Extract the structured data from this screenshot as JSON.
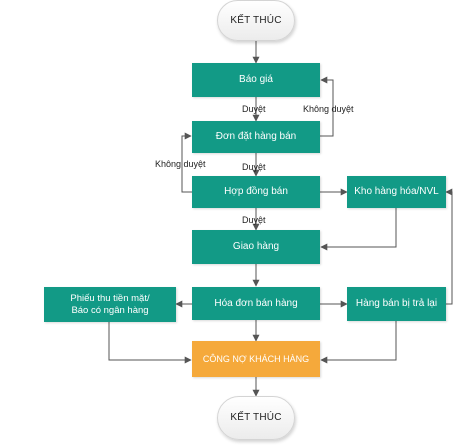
{
  "nodes": {
    "end_top": "KẾT THÚC",
    "bao_gia": "Báo giá",
    "don_dat_hang": "Đơn đặt hàng bán",
    "hop_dong": "Hợp đồng bán",
    "kho_hang": "Kho hàng hóa/NVL",
    "giao_hang": "Giao hàng",
    "phieu_thu": "Phiếu thu tiền mặt/\nBáo có ngân hàng",
    "hoa_don": "Hóa đơn bán hàng",
    "hang_ban_tra_lai": "Hàng bán bị trả lại",
    "cong_no": "CÔNG NỢ KHÁCH HÀNG",
    "end_bottom": "KẾT THÚC"
  },
  "edge_labels": {
    "duyet_1": "Duyệt",
    "khong_duyet_1": "Không duyệt",
    "duyet_2": "Duyệt",
    "khong_duyet_2": "Không duyệt",
    "duyet_3": "Duyệt"
  },
  "colors": {
    "process": "#129a86",
    "accent": "#f5a93b",
    "line": "#555555"
  }
}
